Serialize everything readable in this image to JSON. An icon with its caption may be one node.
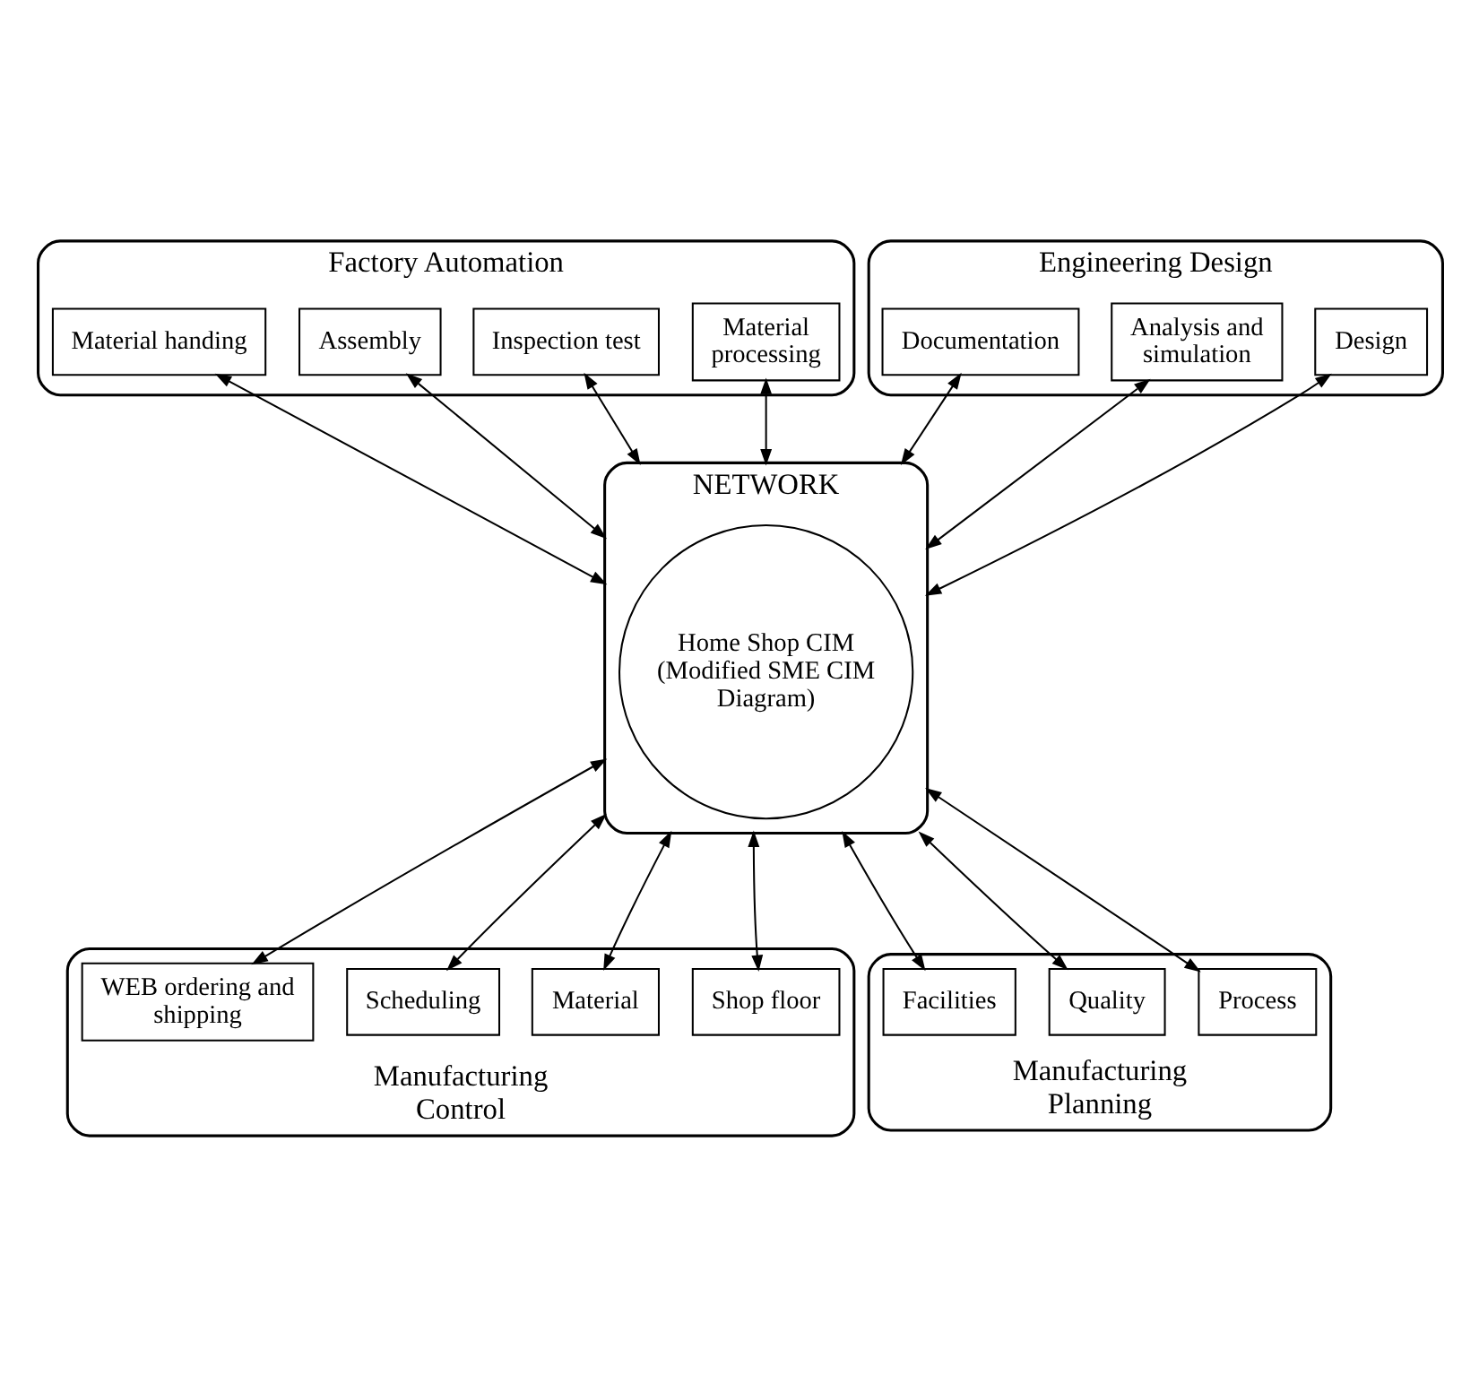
{
  "diagram": {
    "nodes": [
      {
        "text": [
          "Factory Automation"
        ]
      },
      {
        "text": [
          "Material processing"
        ],
        "in": 0
      },
      {
        "text": [
          "Inspection test"
        ],
        "in": 0
      },
      {
        "text": [
          "Assembly"
        ],
        "in": 0
      },
      {
        "text": [
          "Material handing"
        ],
        "in": 0
      },
      {
        "text": [
          "Engineering Design"
        ]
      },
      {
        "text": [
          "Design"
        ],
        "in": 5
      },
      {
        "text": [
          "Analysis and simulation"
        ],
        "in": 5
      },
      {
        "text": [
          "Documentation"
        ],
        "in": 5
      },
      {
        "text": [
          "NETWORK"
        ]
      },
      {
        "text": [
          "Home Shop CIM (Modified SME CIM Diagram)"
        ],
        "in": 9
      },
      {
        "text": [
          "Manufacturing Control"
        ]
      },
      {
        "text": [
          "Shop floor"
        ],
        "in": 11
      },
      {
        "text": [
          "Material"
        ],
        "in": 11
      },
      {
        "text": [
          "Scheduling"
        ],
        "in": 11
      },
      {
        "text": [
          "WEB ordering and shipping"
        ],
        "in": 11
      },
      {
        "text": [
          "Manufacturing Planning"
        ]
      },
      {
        "text": [
          "Process"
        ],
        "in": 16
      },
      {
        "text": [
          "Quality"
        ],
        "in": 16
      },
      {
        "text": [
          "Facilities"
        ],
        "in": 16
      }
    ],
    "edges": [
      {
        "from": 1,
        "to": 9,
        "arrow": "both"
      },
      {
        "from": 2,
        "to": 9,
        "arrow": "both"
      },
      {
        "from": 3,
        "to": 9,
        "arrow": "both"
      },
      {
        "from": 4,
        "to": 9,
        "arrow": "both"
      },
      {
        "from": 6,
        "to": 9,
        "arrow": "both"
      },
      {
        "from": 7,
        "to": 9,
        "arrow": "both"
      },
      {
        "from": 8,
        "to": 9,
        "arrow": "both"
      },
      {
        "from": 12,
        "to": 9,
        "arrow": "both"
      },
      {
        "from": 13,
        "to": 9,
        "arrow": "both"
      },
      {
        "from": 14,
        "to": 9,
        "arrow": "both"
      },
      {
        "from": 15,
        "to": 9,
        "arrow": "both"
      },
      {
        "from": 17,
        "to": 9,
        "arrow": "both"
      },
      {
        "from": 18,
        "to": 9,
        "arrow": "both"
      },
      {
        "from": 19,
        "to": 9,
        "arrow": "both"
      }
    ]
  }
}
